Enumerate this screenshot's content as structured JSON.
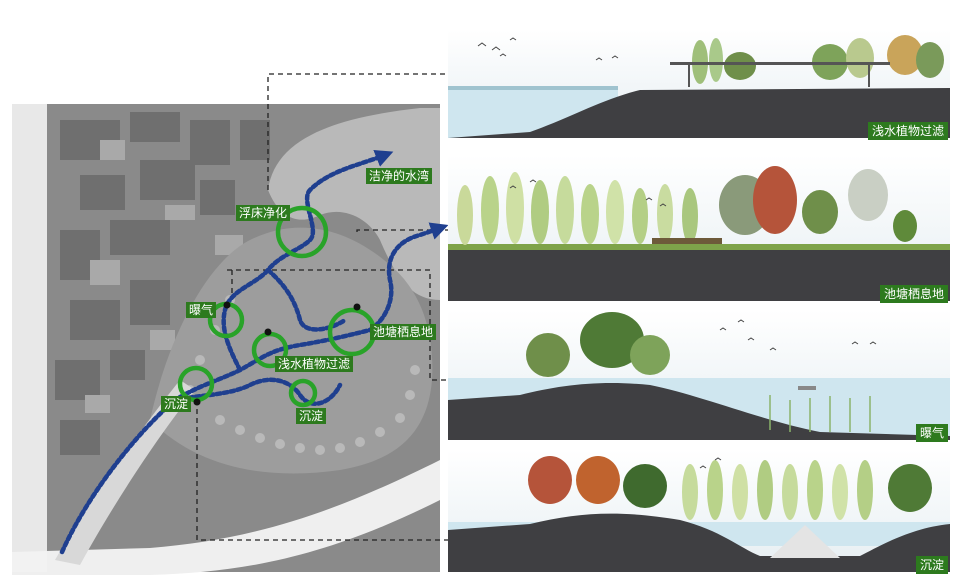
{
  "map": {
    "labels": {
      "clean_bay": "洁净的水湾",
      "floating_bed": "浮床净化",
      "aeration": "曝气",
      "pond_habitat": "池塘栖息地",
      "shallow_filter": "浅水植物过滤",
      "sedimentation_left": "沉淀",
      "sedimentation_bottom": "沉淀"
    }
  },
  "sections": [
    {
      "label": "浅水植物过滤"
    },
    {
      "label": "池塘栖息地"
    },
    {
      "label": "曝气"
    },
    {
      "label": "沉淀"
    }
  ],
  "colors": {
    "flow_arrow": "#1f3f8f",
    "node_ring": "#29a329",
    "label_bg": "#2d7a1e",
    "ground": "#3f3f42",
    "water": "#cfe6ef"
  }
}
